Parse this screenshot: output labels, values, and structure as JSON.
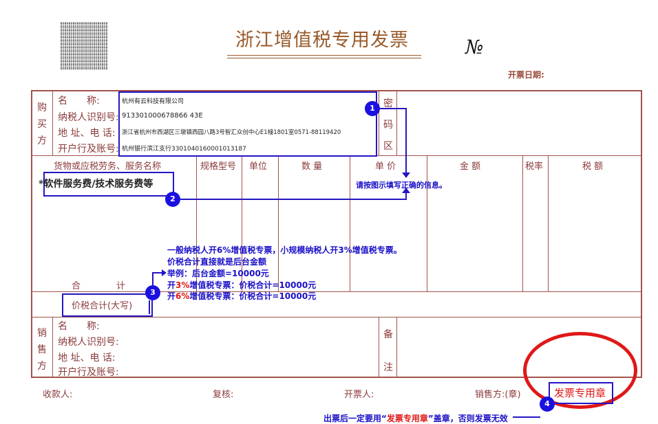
{
  "header": {
    "title": "浙江增值税专用发票",
    "no_mark": "№",
    "date_label": "开票日期:"
  },
  "buyer": {
    "side_label": [
      "购",
      "买",
      "方"
    ],
    "labels": [
      "名　　称:",
      "纳税人识别号:",
      "地 址、电 话:",
      "开户行及账号:"
    ],
    "values": [
      "杭州有云科技有限公司",
      "913301000678866 43E",
      "浙江省杭州市西湖区三墩镇西园八路3号智汇众创中心E1幢1801室0571-88119420",
      "杭州银行滨江支行3301040160001013187"
    ]
  },
  "password_area": [
    "密",
    "码",
    "区"
  ],
  "table_headers": [
    "货物或应税劳务、服务名称",
    "规格型号",
    "单位",
    "数 量",
    "单 价",
    "金 额",
    "税率",
    "税 额"
  ],
  "item_text": "*软件服务费/技术服务费等",
  "total_label": [
    "合",
    "计"
  ],
  "total_words_label": "价税合计(大写)",
  "seller": {
    "side_label": [
      "销",
      "售",
      "方"
    ],
    "labels": [
      "名　　称:",
      "纳税人识别号:",
      "地 址、电 话:",
      "开户行及账号:"
    ]
  },
  "remark_area": [
    "备",
    "注"
  ],
  "footer": {
    "payee": "收款人:",
    "reviewer": "复核:",
    "issuer": "开票人:",
    "seller_seal": "销售方:(章)"
  },
  "annotations": {
    "info_note": "请按图示填写正确的信息。",
    "tax_lines": [
      "一般纳税人开6%增值税专票，小规模纳税人开3%增值税专票。",
      "价税合计直接就是后台金额",
      "举例：后台金额=10000元"
    ],
    "example_3": {
      "prefix": "开",
      "rate": "3%",
      "suffix": "增值税专票：价税合计=10000元"
    },
    "example_6": {
      "prefix": "开",
      "rate": "6%",
      "suffix": "增值税专票：价税合计=10000元"
    },
    "stamp_text": "发票专用章",
    "bottom_note": {
      "prefix": "出票后一定要用“",
      "highlight": "发票专用章",
      "suffix": "”盖章，否则发票无效"
    },
    "markers": [
      "1",
      "2",
      "3",
      "4"
    ]
  },
  "colors": {
    "frame": "#a0524a",
    "annotation_blue": "#2415c4",
    "highlight_red": "#e01818",
    "title_brown": "#9a5a2a"
  }
}
